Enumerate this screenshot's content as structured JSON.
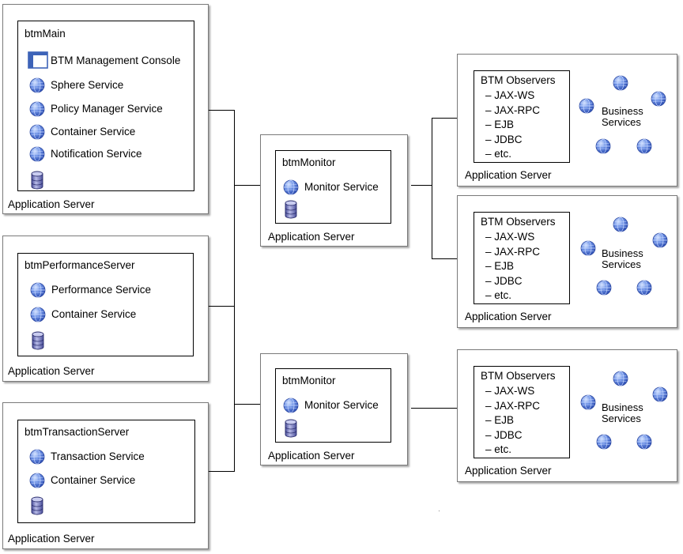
{
  "servers": {
    "main": {
      "name": "btmMain",
      "server_label": "Application Server",
      "items": [
        "BTM Management Console",
        "Sphere Service",
        "Policy Manager Service",
        "Container Service",
        "Notification Service"
      ]
    },
    "performance": {
      "name": "btmPerformanceServer",
      "server_label": "Application Server",
      "items": [
        "Performance Service",
        "Container Service"
      ]
    },
    "transaction": {
      "name": "btmTransactionServer",
      "server_label": "Application Server",
      "items": [
        "Transaction Service",
        "Container Service"
      ]
    },
    "monitor1": {
      "name": "btmMonitor",
      "server_label": "Application Server",
      "items": [
        "Monitor Service"
      ]
    },
    "monitor2": {
      "name": "btmMonitor",
      "server_label": "Application Server",
      "items": [
        "Monitor Service"
      ]
    },
    "observer1": {
      "title": "BTM Observers",
      "items": [
        "– JAX-WS",
        "– JAX-RPC",
        "– EJB",
        "– JDBC",
        "– etc."
      ],
      "services_line1": "Business",
      "services_line2": "Services",
      "server_label": "Application Server"
    },
    "observer2": {
      "title": "BTM Observers",
      "items": [
        "– JAX-WS",
        "– JAX-RPC",
        "– EJB",
        "– JDBC",
        "– etc."
      ],
      "services_line1": "Business",
      "services_line2": "Services",
      "server_label": "Application Server"
    },
    "observer3": {
      "title": "BTM Observers",
      "items": [
        "– JAX-WS",
        "– JAX-RPC",
        "– EJB",
        "– JDBC",
        "– etc."
      ],
      "services_line1": "Business",
      "services_line2": "Services",
      "server_label": "Application Server"
    }
  },
  "colors": {
    "globe": "#4a6fd0",
    "database": "#6b6fb8",
    "console": "#3d63b8",
    "border": "#7a7a7a"
  },
  "icons": {
    "service": "globe-icon",
    "store": "database-icon",
    "console": "window-icon"
  }
}
